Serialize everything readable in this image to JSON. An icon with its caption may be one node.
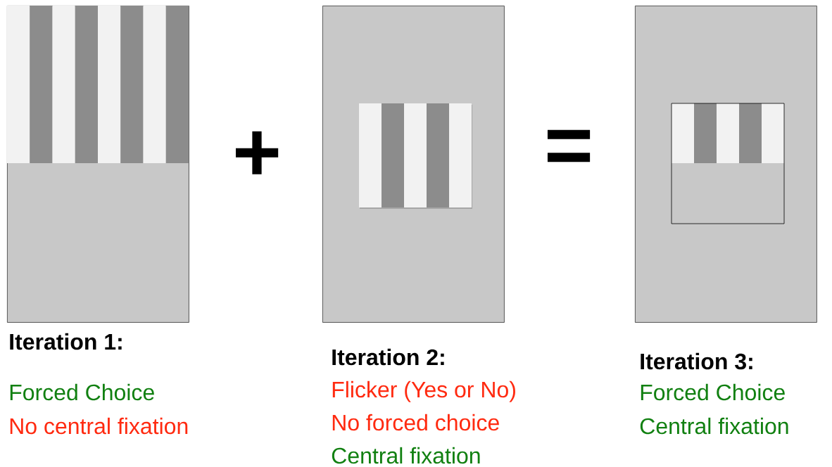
{
  "diagram": {
    "nodes": [
      {
        "text": [
          "Iteration 1:",
          "Forced Choice",
          "No central fixation"
        ]
      },
      {
        "text": [
          "Iteration 2:",
          "Flicker (Yes or No)",
          "No forced choice",
          "Central fixation"
        ]
      },
      {
        "text": [
          "Iteration 3:",
          "Forced Choice",
          "Central fixation"
        ]
      }
    ],
    "labels": [
      "+",
      "="
    ]
  }
}
